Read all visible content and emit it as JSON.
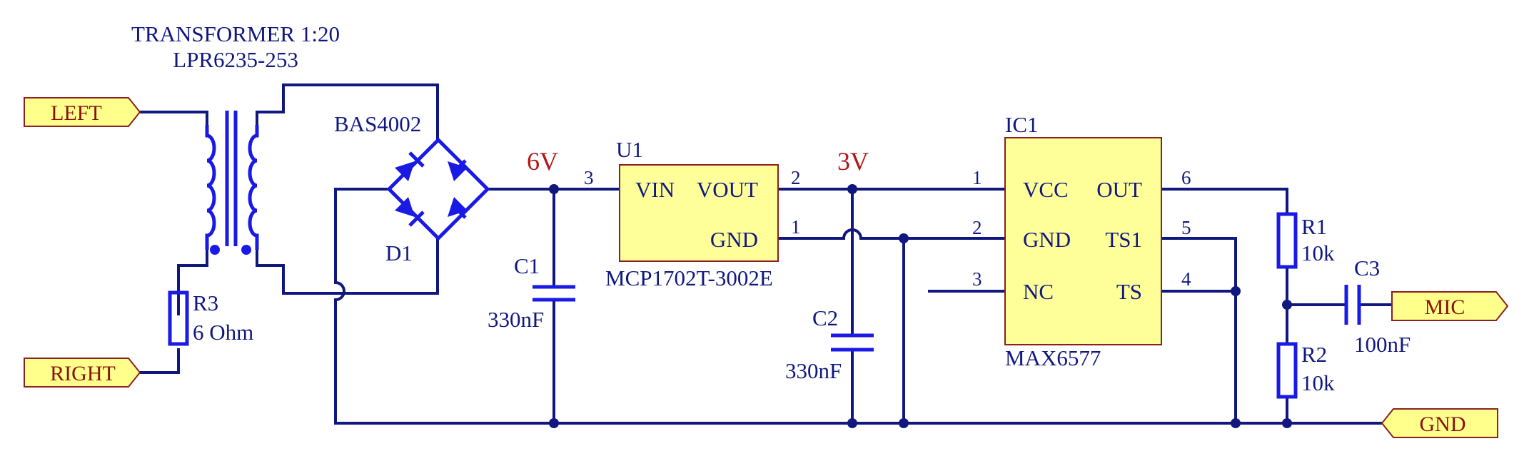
{
  "transformer": {
    "title": "TRANSFORMER 1:20",
    "part": "LPR6235-253"
  },
  "ports": {
    "left": "LEFT",
    "right": "RIGHT",
    "mic": "MIC",
    "gnd": "GND"
  },
  "bridge": {
    "part": "BAS4002",
    "ref": "D1"
  },
  "r3": {
    "ref": "R3",
    "value": "6 Ohm"
  },
  "nets": {
    "v6": "6V",
    "v3": "3V"
  },
  "c1": {
    "ref": "C1",
    "value": "330nF"
  },
  "c2": {
    "ref": "C2",
    "value": "330nF"
  },
  "c3": {
    "ref": "C3",
    "value": "100nF"
  },
  "u1": {
    "ref": "U1",
    "part": "MCP1702T-3002E",
    "vin": "VIN",
    "vout": "VOUT",
    "gnd": "GND",
    "pin_vin": "3",
    "pin_vout": "2",
    "pin_gnd": "1"
  },
  "ic1": {
    "ref": "IC1",
    "part": "MAX6577",
    "vcc": "VCC",
    "gnd": "GND",
    "nc": "NC",
    "out": "OUT",
    "ts1": "TS1",
    "ts": "TS",
    "pin_vcc": "1",
    "pin_gnd": "2",
    "pin_nc": "3",
    "pin_out": "6",
    "pin_ts1": "5",
    "pin_ts": "4"
  },
  "r1": {
    "ref": "R1",
    "value": "10k"
  },
  "r2": {
    "ref": "R2",
    "value": "10k"
  },
  "colors": {
    "wire": "#101880",
    "component": "#1a1ae6",
    "net_label": "#b01818",
    "port_fill": "#ffff8c",
    "ic_fill": "#ffff99"
  }
}
